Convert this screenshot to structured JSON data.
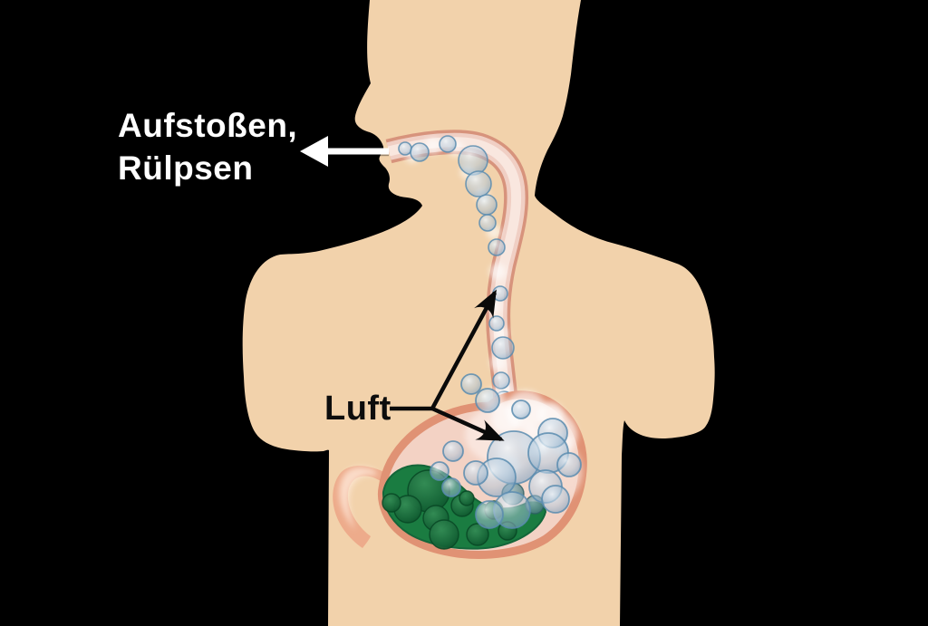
{
  "diagram": {
    "title_semantic": "belching-air-diagram",
    "labels": {
      "mouth_label_line1": "Aufstoßen,",
      "mouth_label_line2": "Rülpsen",
      "air_label": "Luft"
    },
    "colors": {
      "background": "#000000",
      "skin": "#f2d2ab",
      "label_light": "#ffffff",
      "label_dark": "#0d0d0d",
      "esophagus_wall": "#d7937c",
      "esophagus_inner": "#f0cfc4",
      "esophagus_core": "#f9e9e2",
      "stomach_fill": "#f3d2c4",
      "stomach_wall": "#e09274",
      "duodenum_fill": "#edab8b",
      "stomach_content_green": "#1a7c41",
      "green_edge": "#14663a",
      "bubble_rim": "#6f9fc0",
      "arrow_white": "#ffffff",
      "arrow_black": "#0a0a0a"
    }
  }
}
